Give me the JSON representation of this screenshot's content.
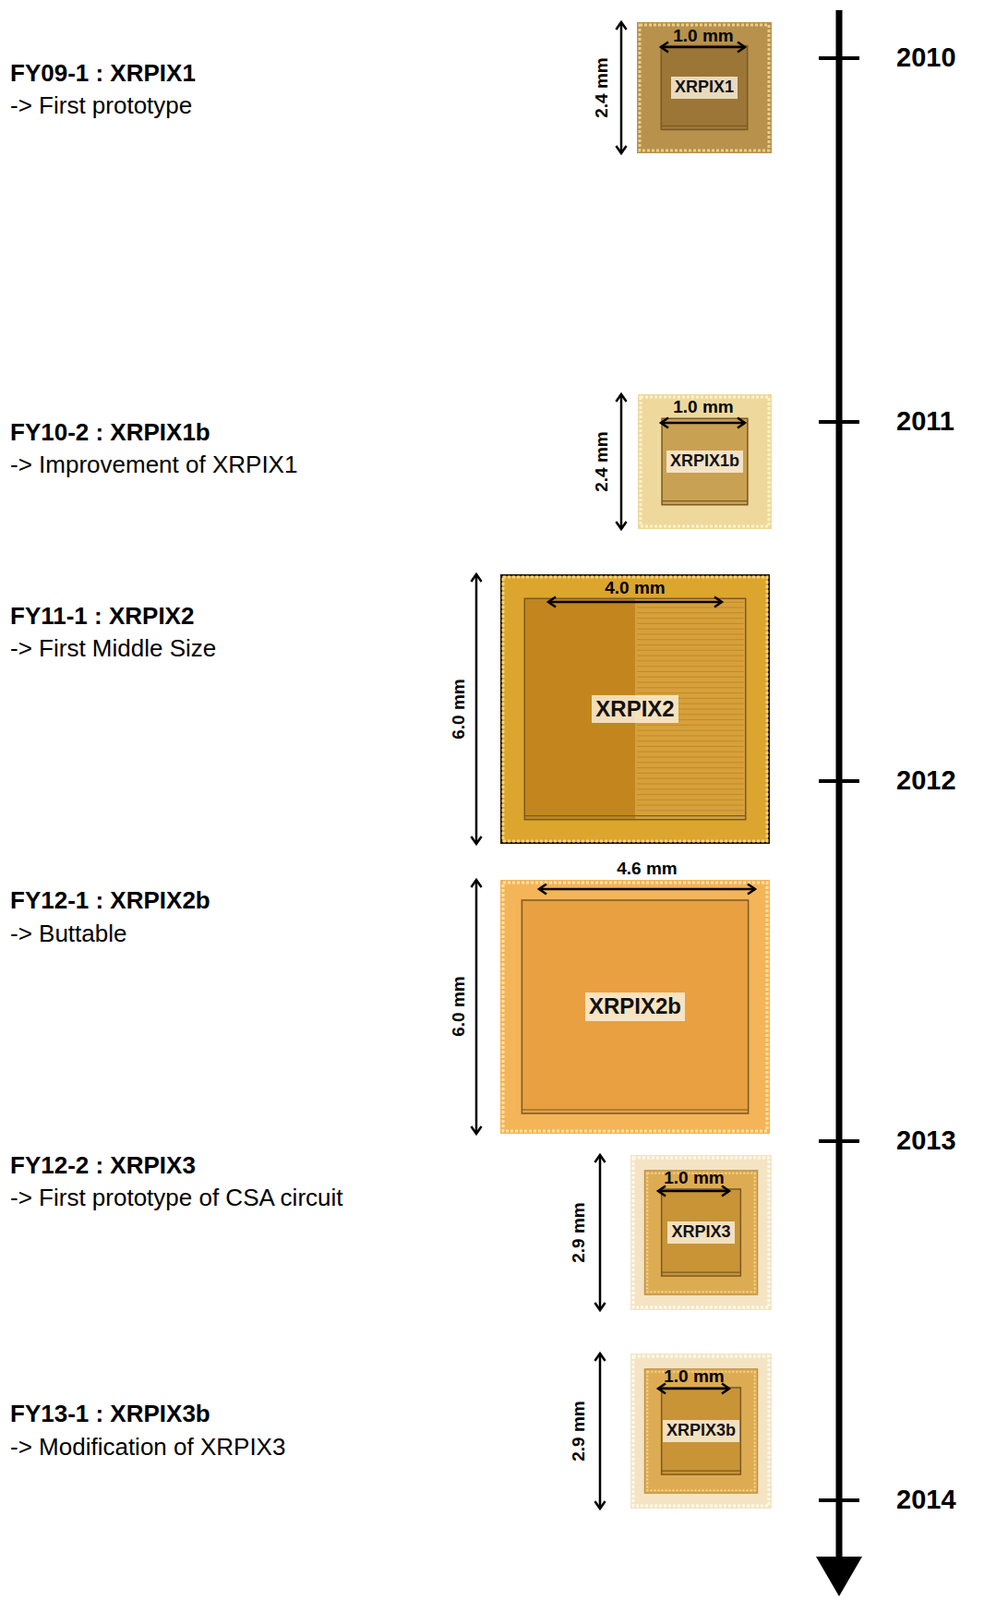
{
  "diagram": {
    "nodes": [
      {
        "text": [
          "XRPIX1"
        ]
      },
      {
        "text": [
          "XRPIX1b"
        ]
      },
      {
        "text": [
          "XRPIX2"
        ]
      },
      {
        "text": [
          "XRPIX2b"
        ]
      },
      {
        "text": [
          "XRPIX3"
        ]
      },
      {
        "text": [
          "XRPIX3b"
        ]
      }
    ],
    "labels": [
      "FY09-1 : XRPIX1",
      "-> First prototype",
      "1.0 mm",
      "2.4 mm",
      "2010",
      "FY10-2 : XRPIX1b",
      "-> Improvement of XRPIX1",
      "1.0 mm",
      "2.4 mm",
      "2011",
      "FY11-1 : XRPIX2",
      "-> First Middle Size",
      "4.0 mm",
      "6.0 mm",
      "2012",
      "FY12-1 : XRPIX2b",
      "-> Buttable",
      "4.6 mm",
      "6.0 mm",
      "2013",
      "FY12-2 : XRPIX3",
      "-> First prototype of CSA circuit",
      "1.0 mm",
      "2.9 mm",
      "FY13-1 : XRPIX3b",
      "-> Modification of XRPIX3",
      "1.0 mm",
      "2.9 mm",
      "2014"
    ]
  }
}
